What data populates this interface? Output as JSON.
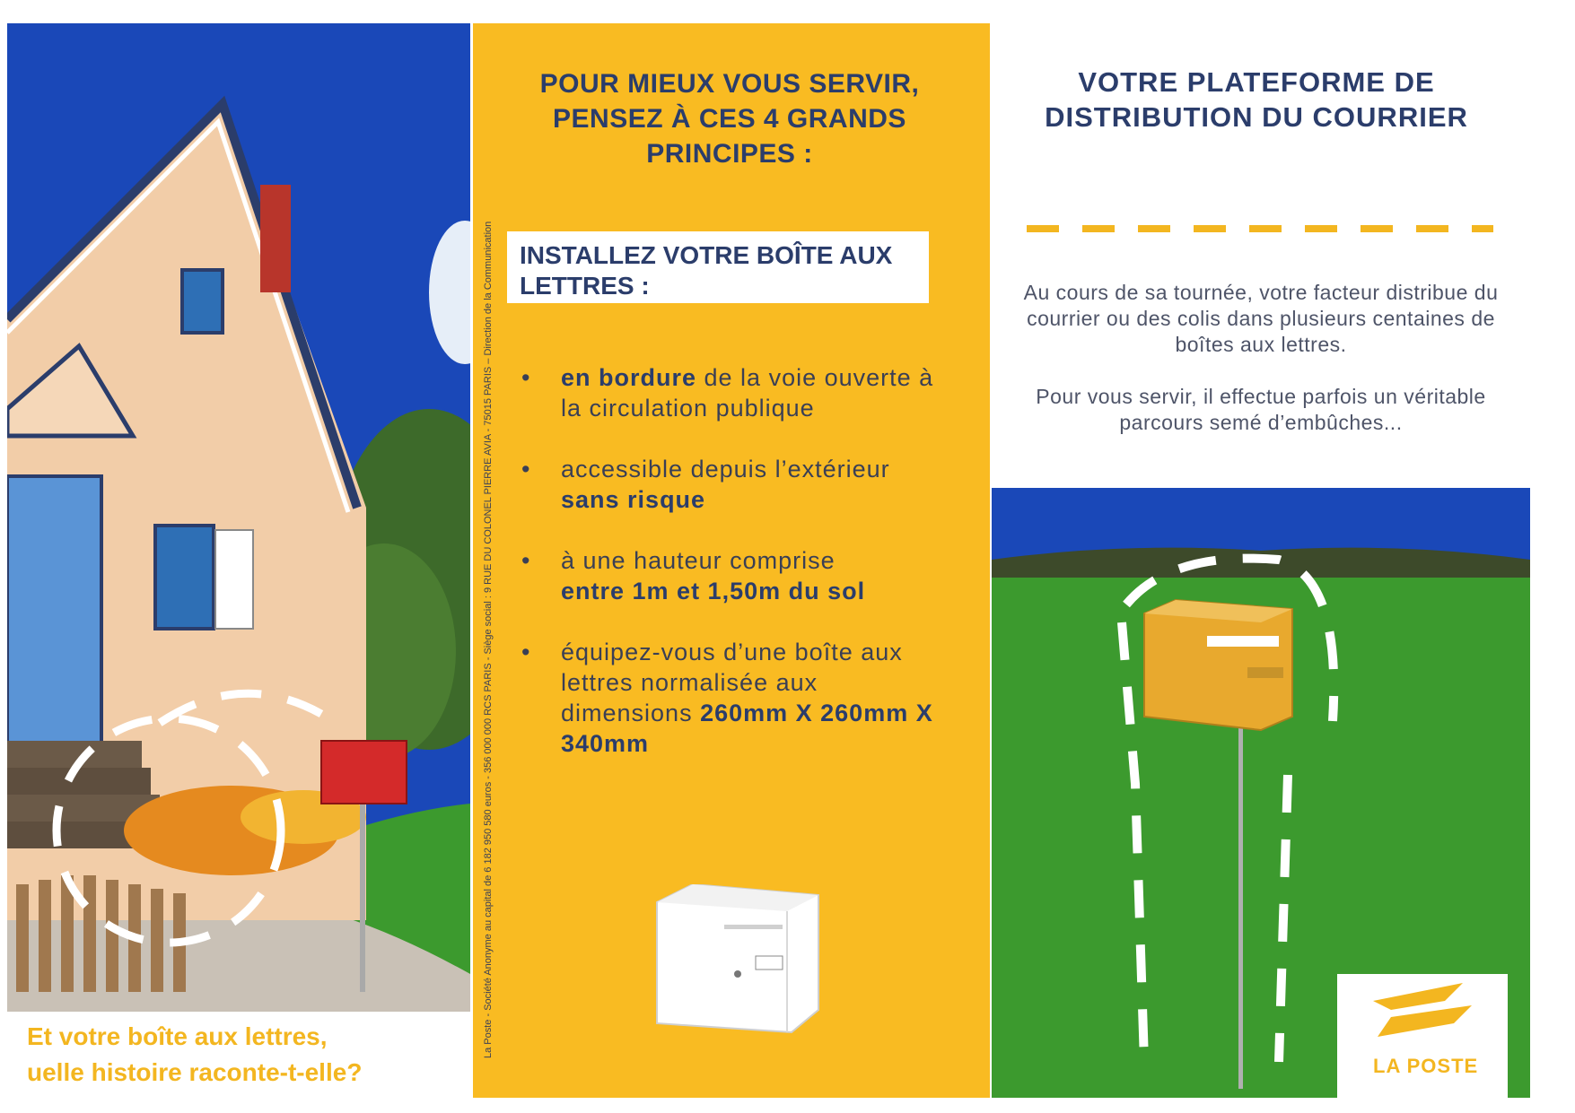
{
  "left": {
    "caption_line1": "Et votre boîte aux lettres,",
    "caption_line2": "uelle histoire raconte-t-elle?"
  },
  "middle": {
    "title": "POUR MIEUX VOUS SERVIR, PENSEZ À CES 4 GRANDS PRINCIPES :",
    "box_heading": "INSTALLEZ VOTRE BOÎTE AUX LETTRES :",
    "bullet_symbol": "•",
    "bullets": [
      {
        "bold": "en bordure",
        "rest": " de la voie ouverte à la circulation publique"
      },
      {
        "text": "accessible depuis l’extérieur ",
        "bold": "sans risque"
      },
      {
        "text": "à une hauteur comprise ",
        "bold": "entre 1m et 1,50m du sol"
      },
      {
        "text": "équipez-vous d’une boîte aux lettres normalisée aux dimensions ",
        "bold": "260mm X 260mm X 340mm"
      }
    ],
    "legal_text": "La Poste - Société Anonyme au capital de 6 182 950 580 euros - 356 000 000 RCS PARIS - Siège social : 9 RUE DU COLONEL PIERRE AVIA - 75015 PARIS – Direction de la Communication"
  },
  "right": {
    "title": "VOTRE PLATEFORME DE DISTRIBUTION DU COURRIER",
    "paragraph1": "Au cours de sa tournée, votre facteur distribue du courrier ou des colis dans plusieurs centaines de boîtes aux lettres.",
    "paragraph2": "Pour vous servir, il effectue parfois un véritable parcours semé d’embûches...",
    "logo_text": "LA POSTE"
  },
  "colors": {
    "yellow": "#f9bb22",
    "navy": "#2b3d6b",
    "sky": "#1a48b8",
    "grass": "#3c9a2e"
  }
}
